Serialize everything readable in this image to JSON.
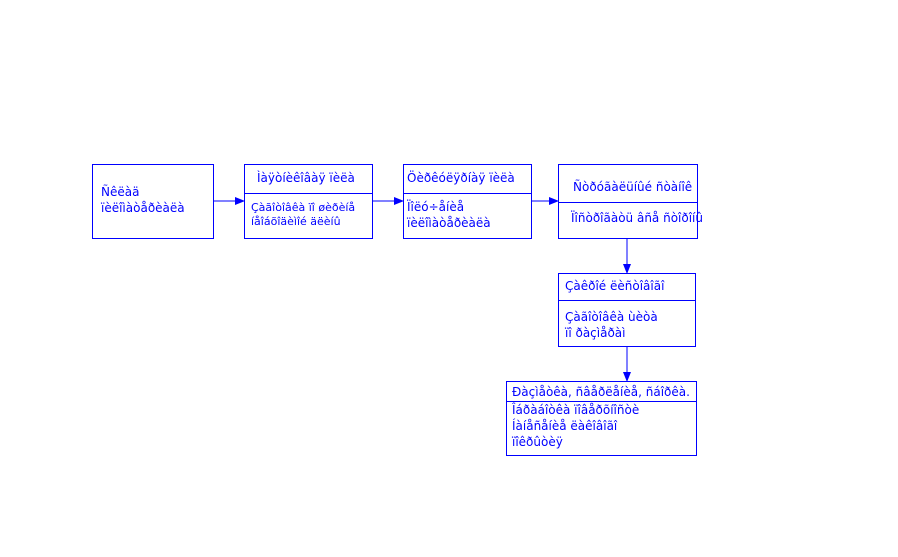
{
  "diagram": {
    "stroke_color": "#0000ff",
    "box1": {
      "line1": "Ñêëàä",
      "line2": "ïèëîìàòåðèàëà"
    },
    "box2": {
      "header": "Ìàÿòíèêîâàÿ ïèëà",
      "line1": "Çàãîòîâêà ïî øèðèíå",
      "line2": "íåîáõîäèìîé äëèíû"
    },
    "box3": {
      "header": "Öèðêóëÿðíàÿ ïèëà",
      "line1": "Ïîëó÷åíèå",
      "line2": "ïèëîìàòåðèàëà"
    },
    "box4": {
      "header": "Ñòðóãàëüíûé ñòàíîê",
      "line1": "Ïîñòðîãàòü âñå ñòîðîíû"
    },
    "box5": {
      "header": "Çàêðîé ëèñòîâîãî",
      "line1": "Çàãîòîâêà ùèòà",
      "line2": "ïî ðàçìåðàì"
    },
    "box6": {
      "header": "Ðàçìåòêà, ñâåðëåíèå, ñáîðêà.",
      "line1": "Îáðàáîòêà ïîâåðõíîñòè",
      "line2": "Íàíåñåíèå ëàêîâîãî",
      "line3": "ïîêðûòèÿ"
    }
  }
}
